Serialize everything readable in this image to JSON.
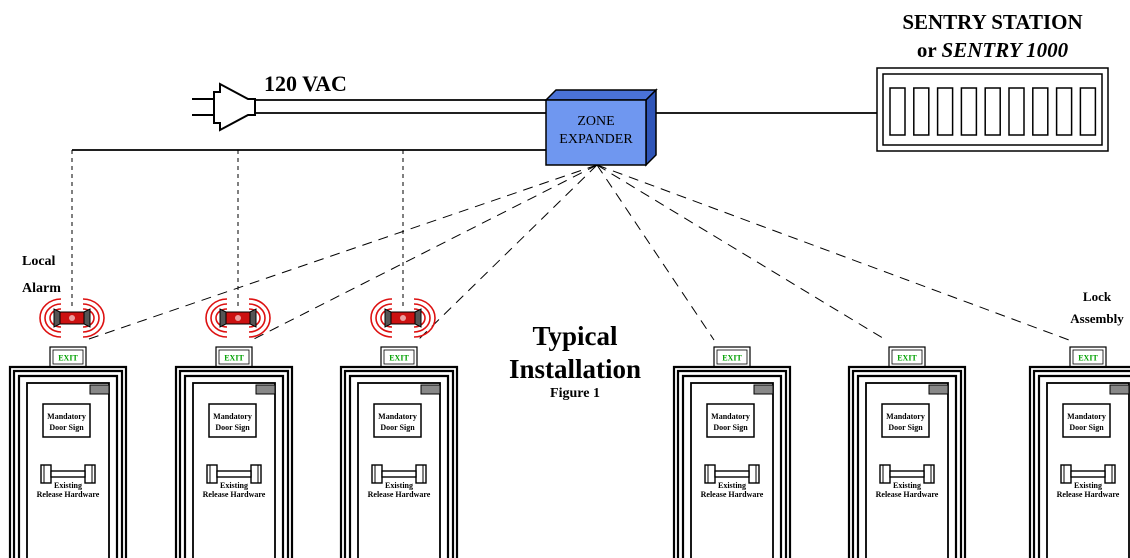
{
  "power": {
    "label": "120 VAC"
  },
  "zone_expander": {
    "line1": "ZONE",
    "line2": "EXPANDER",
    "color": "#6f97f0"
  },
  "sentry": {
    "line1": "SENTRY STATION",
    "line2_prefix": "or ",
    "line2_italic": "SENTRY 1000",
    "slot_count": 9
  },
  "title": {
    "line1": "Typical",
    "line2": "Installation",
    "figure": "Figure 1"
  },
  "local_alarm": {
    "line1": "Local",
    "line2": "Alarm"
  },
  "lock_assembly": {
    "line1": "Lock",
    "line2": "Assembly"
  },
  "door_text": {
    "exit": "EXIT",
    "sign1": "Mandatory",
    "sign2": "Door Sign",
    "hw1": "Existing",
    "hw2": "Release Hardware"
  },
  "doors": [
    {
      "id": 1,
      "has_alarm": true
    },
    {
      "id": 2,
      "has_alarm": true
    },
    {
      "id": 3,
      "has_alarm": true
    },
    {
      "id": 4,
      "has_alarm": false
    },
    {
      "id": 5,
      "has_alarm": false
    },
    {
      "id": 6,
      "has_alarm": false
    }
  ],
  "colors": {
    "exit_green": "#00a000",
    "alarm_red": "#dd1111",
    "alarm_body": "#cc1111",
    "door_handle": "#888888"
  }
}
